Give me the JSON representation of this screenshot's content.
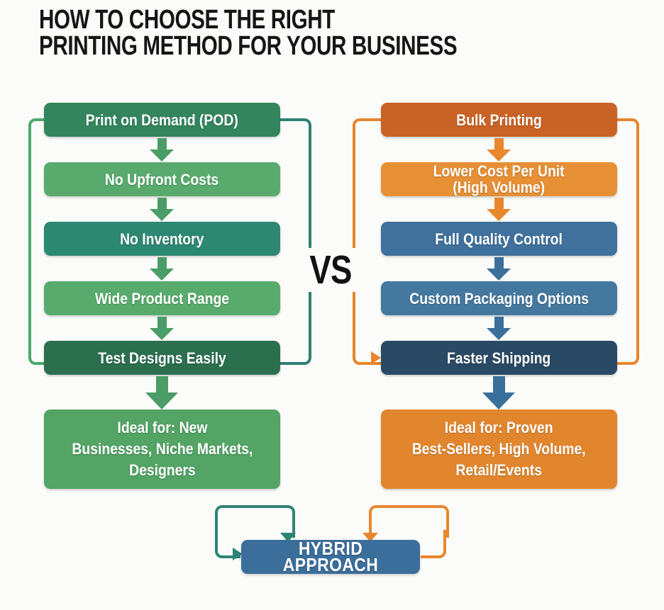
{
  "title": "HOW TO CHOOSE THE RIGHT\nPRINTING METHOD FOR YOUR BUSINESS",
  "vs_label": "VS",
  "left_column": {
    "steps": [
      {
        "label": "Print on Demand (POD)",
        "color": "#33855e"
      },
      {
        "label": "No Upfront Costs",
        "color": "#58ab6c"
      },
      {
        "label": "No Inventory",
        "color": "#2d8872"
      },
      {
        "label": "Wide Product Range",
        "color": "#58ab6c"
      },
      {
        "label": "Test Designs Easily",
        "color": "#2c6f4f"
      }
    ],
    "arrow_color": "#4a9d66",
    "big_arrow_color": "#4a9d66",
    "ideal": {
      "label": "Ideal for: New\nBusinesses, Niche Markets,\nDesigners",
      "color": "#53a465"
    },
    "bracket_left_color": "#4aa96a",
    "bracket_right_color": "#2e8173"
  },
  "right_column": {
    "steps": [
      {
        "label": "Bulk Printing",
        "color": "#c96325"
      },
      {
        "label": "Lower Cost Per Unit\n(High Volume)",
        "color": "#e68f35"
      },
      {
        "label": "Full Quality Control",
        "color": "#3f719c"
      },
      {
        "label": "Custom Packaging Options",
        "color": "#44789f"
      },
      {
        "label": "Faster Shipping",
        "color": "#2a4965"
      }
    ],
    "arrow_colors": [
      "#e8872e",
      "#e8872e",
      "#3a6f9b",
      "#3a6f9b"
    ],
    "big_arrow_color": "#3a6f9b",
    "ideal": {
      "label": "Ideal for: Proven\nBest-Sellers, High Volume,\nRetail/Events",
      "color": "#e2862e"
    },
    "bracket_color": "#e8852d"
  },
  "hybrid": {
    "label": "HYBRID APPROACH",
    "color": "#3b6e9b",
    "left_bracket_color": "#2e8472",
    "right_bracket_color": "#e8872e"
  }
}
